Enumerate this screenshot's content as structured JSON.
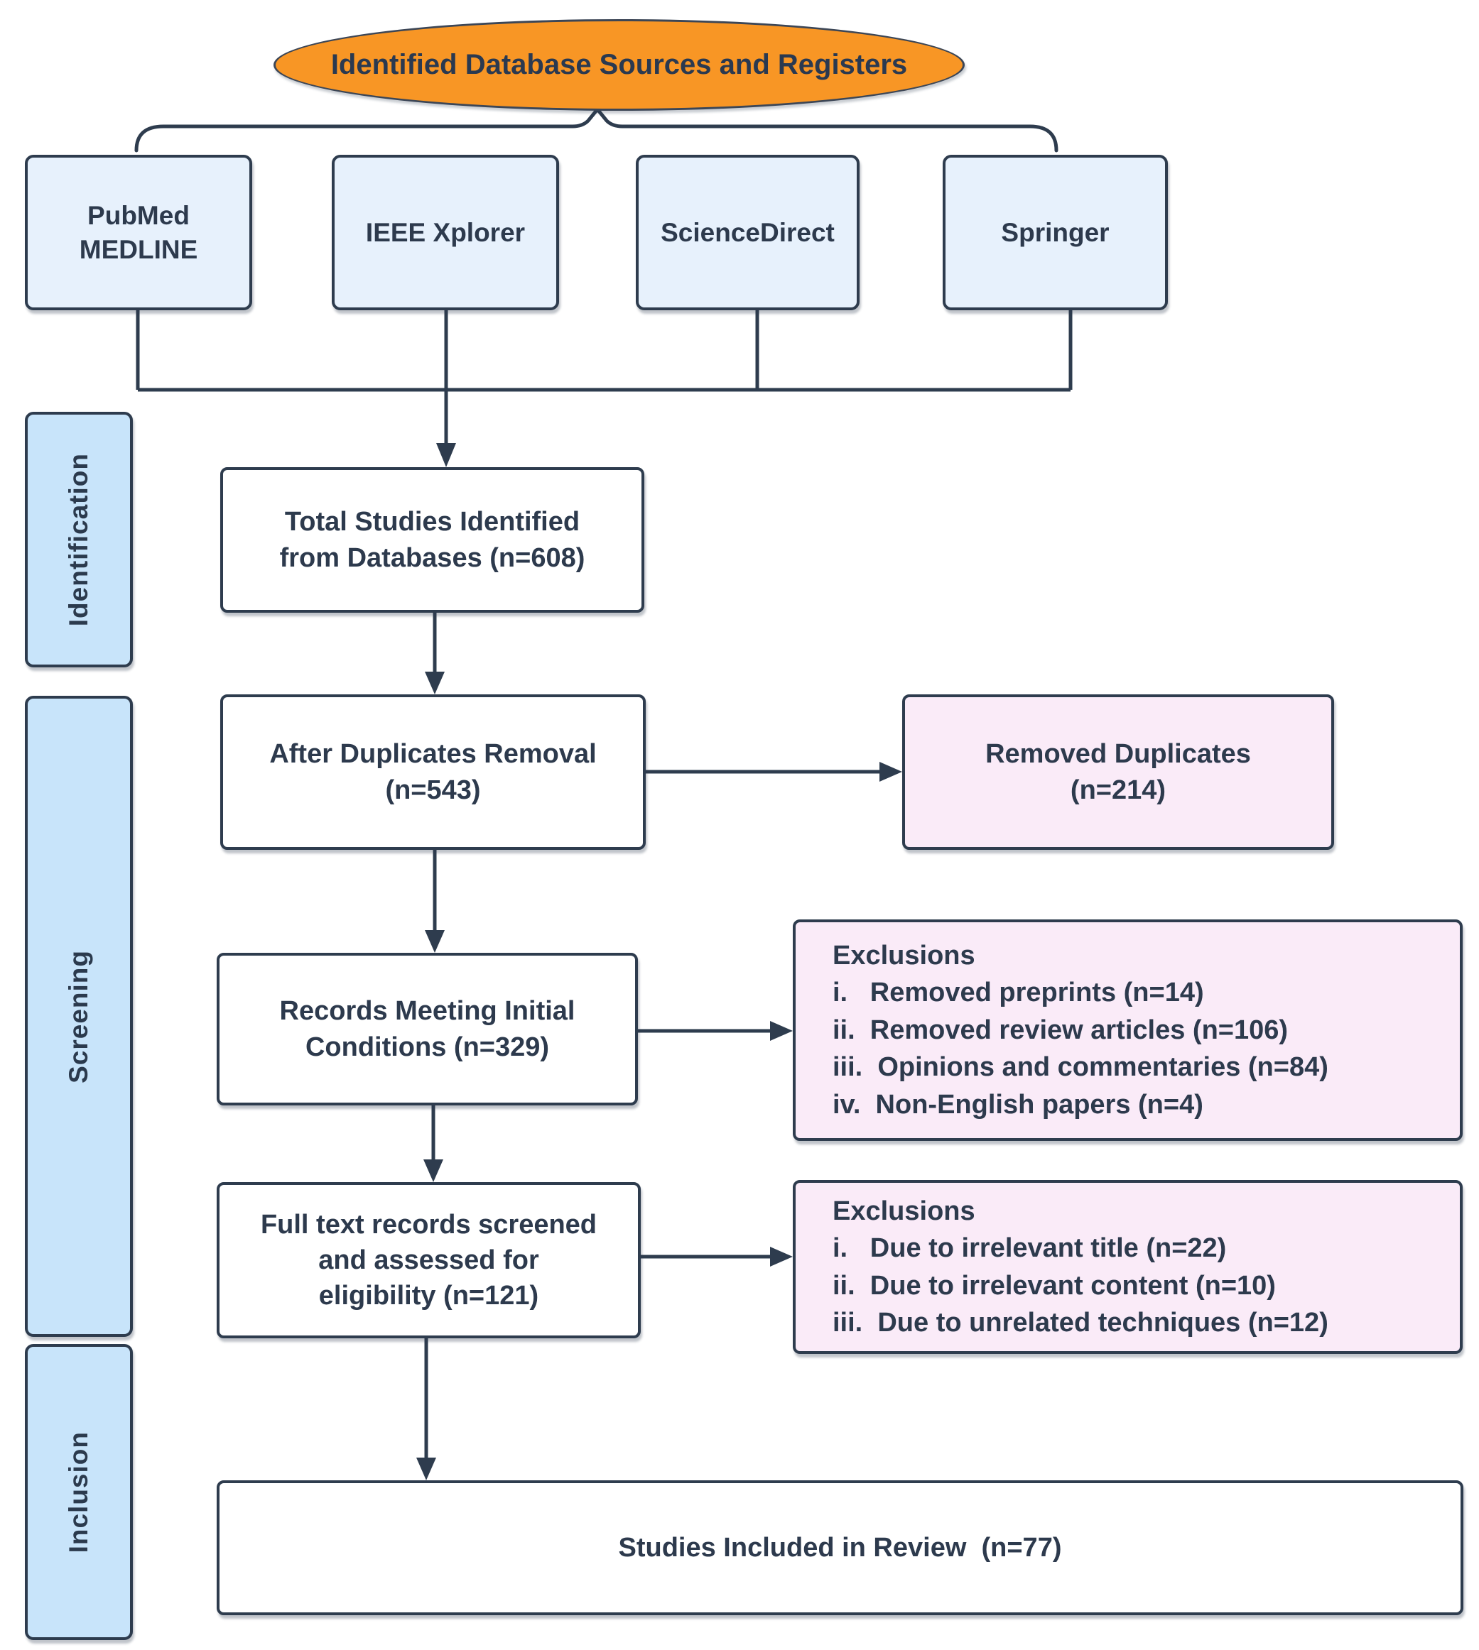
{
  "header": {
    "title": "Identified Database Sources and Registers"
  },
  "sources": [
    {
      "label": "PubMed\nMEDLINE"
    },
    {
      "label": "IEEE Xplorer"
    },
    {
      "label": "ScienceDirect"
    },
    {
      "label": "Springer"
    }
  ],
  "stages": [
    {
      "label": "Identification"
    },
    {
      "label": "Screening"
    },
    {
      "label": "Inclusion"
    }
  ],
  "flow": {
    "total_identified": "Total Studies Identified\nfrom Databases (n=608)",
    "after_duplicates": "After Duplicates Removal\n(n=543)",
    "records_initial": "Records Meeting Initial\nConditions (n=329)",
    "full_text_screened": "Full text records screened\nand assessed for\neligibility (n=121)",
    "included": "Studies Included in Review  (n=77)"
  },
  "side_boxes": {
    "removed_duplicates": "Removed Duplicates\n(n=214)",
    "exclusions_screening": {
      "heading": "Exclusions",
      "items": [
        "i.   Removed preprints (n=14)",
        "ii.  Removed review articles (n=106)",
        "iii.  Opinions and commentaries (n=84)",
        "iv.  Non-English papers (n=4)"
      ]
    },
    "exclusions_fulltext": {
      "heading": "Exclusions",
      "items": [
        "i.   Due to irrelevant title (n=22)",
        "ii.  Due to irrelevant content (n=10)",
        "iii.  Due to unrelated techniques (n=12)"
      ]
    }
  },
  "colors": {
    "accent_orange": "#F89625",
    "source_box_fill": "#E7F1FC",
    "stage_box_fill": "#C8E4FA",
    "exclusion_box_fill": "#FAEBF8",
    "flow_box_fill": "#FFFFFF",
    "line_dark": "#2E3C4E",
    "text_dark": "#2D3A4D"
  }
}
